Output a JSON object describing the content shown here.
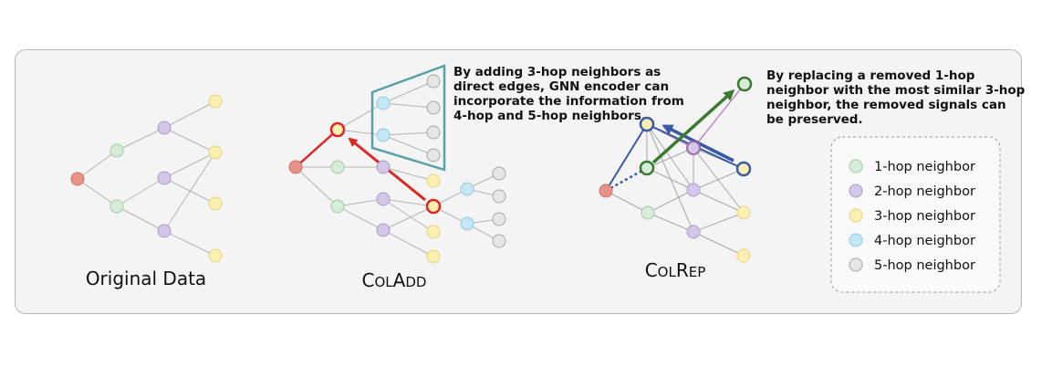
{
  "panels": {
    "original": {
      "caption": "Original Data"
    },
    "coladd": {
      "caption_parts": [
        "C",
        "OL",
        "A",
        "DD"
      ],
      "annotation": [
        "By adding 3-hop neighbors as",
        "direct edges, GNN encoder can",
        "incorporate the information from",
        "4-hop and 5-hop neighbors."
      ]
    },
    "colrep": {
      "caption_parts": [
        "C",
        "OL",
        "R",
        "EP"
      ],
      "annotation": [
        "By replacing a removed 1-hop",
        "neighbor with the most similar 3-hop",
        "neighbor, the removed signals can",
        "be preserved."
      ]
    }
  },
  "legend": {
    "items": [
      {
        "label": "1-hop neighbor",
        "fill": "#d6ecd9",
        "stroke": "#9ccaa5"
      },
      {
        "label": "2-hop neighbor",
        "fill": "#d3c6e6",
        "stroke": "#ab9bcb"
      },
      {
        "label": "3-hop neighbor",
        "fill": "#fbf0b2",
        "stroke": "#e3d27d"
      },
      {
        "label": "4-hop neighbor",
        "fill": "#c5e6f4",
        "stroke": "#8fcbe2"
      },
      {
        "label": "5-hop neighbor",
        "fill": "#e6e6e6",
        "stroke": "#a6a6a6"
      }
    ]
  },
  "colors": {
    "root": "#e8938a",
    "add_edge": "#e02424",
    "replace_arrow": "#3a7a2e",
    "removed_edge": "#3a5aa6",
    "hull": "#5aa0a8"
  }
}
